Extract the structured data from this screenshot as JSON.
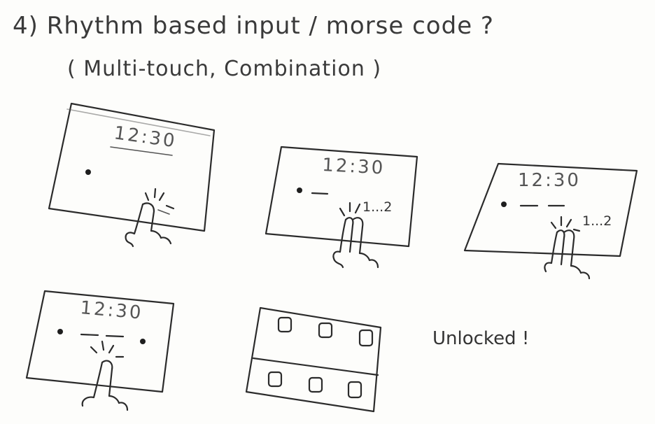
{
  "title": {
    "line1": "4) Rhythm based input / morse code ?",
    "line2": "( Multi-touch, Combination )"
  },
  "frames": [
    {
      "time": "12:30",
      "tap_count": ""
    },
    {
      "time": "12:30",
      "tap_count": "1...2"
    },
    {
      "time": "12:30",
      "tap_count": "1...2"
    },
    {
      "time": "12:30",
      "tap_count": ""
    }
  ],
  "unlocked_label": "Unlocked !"
}
